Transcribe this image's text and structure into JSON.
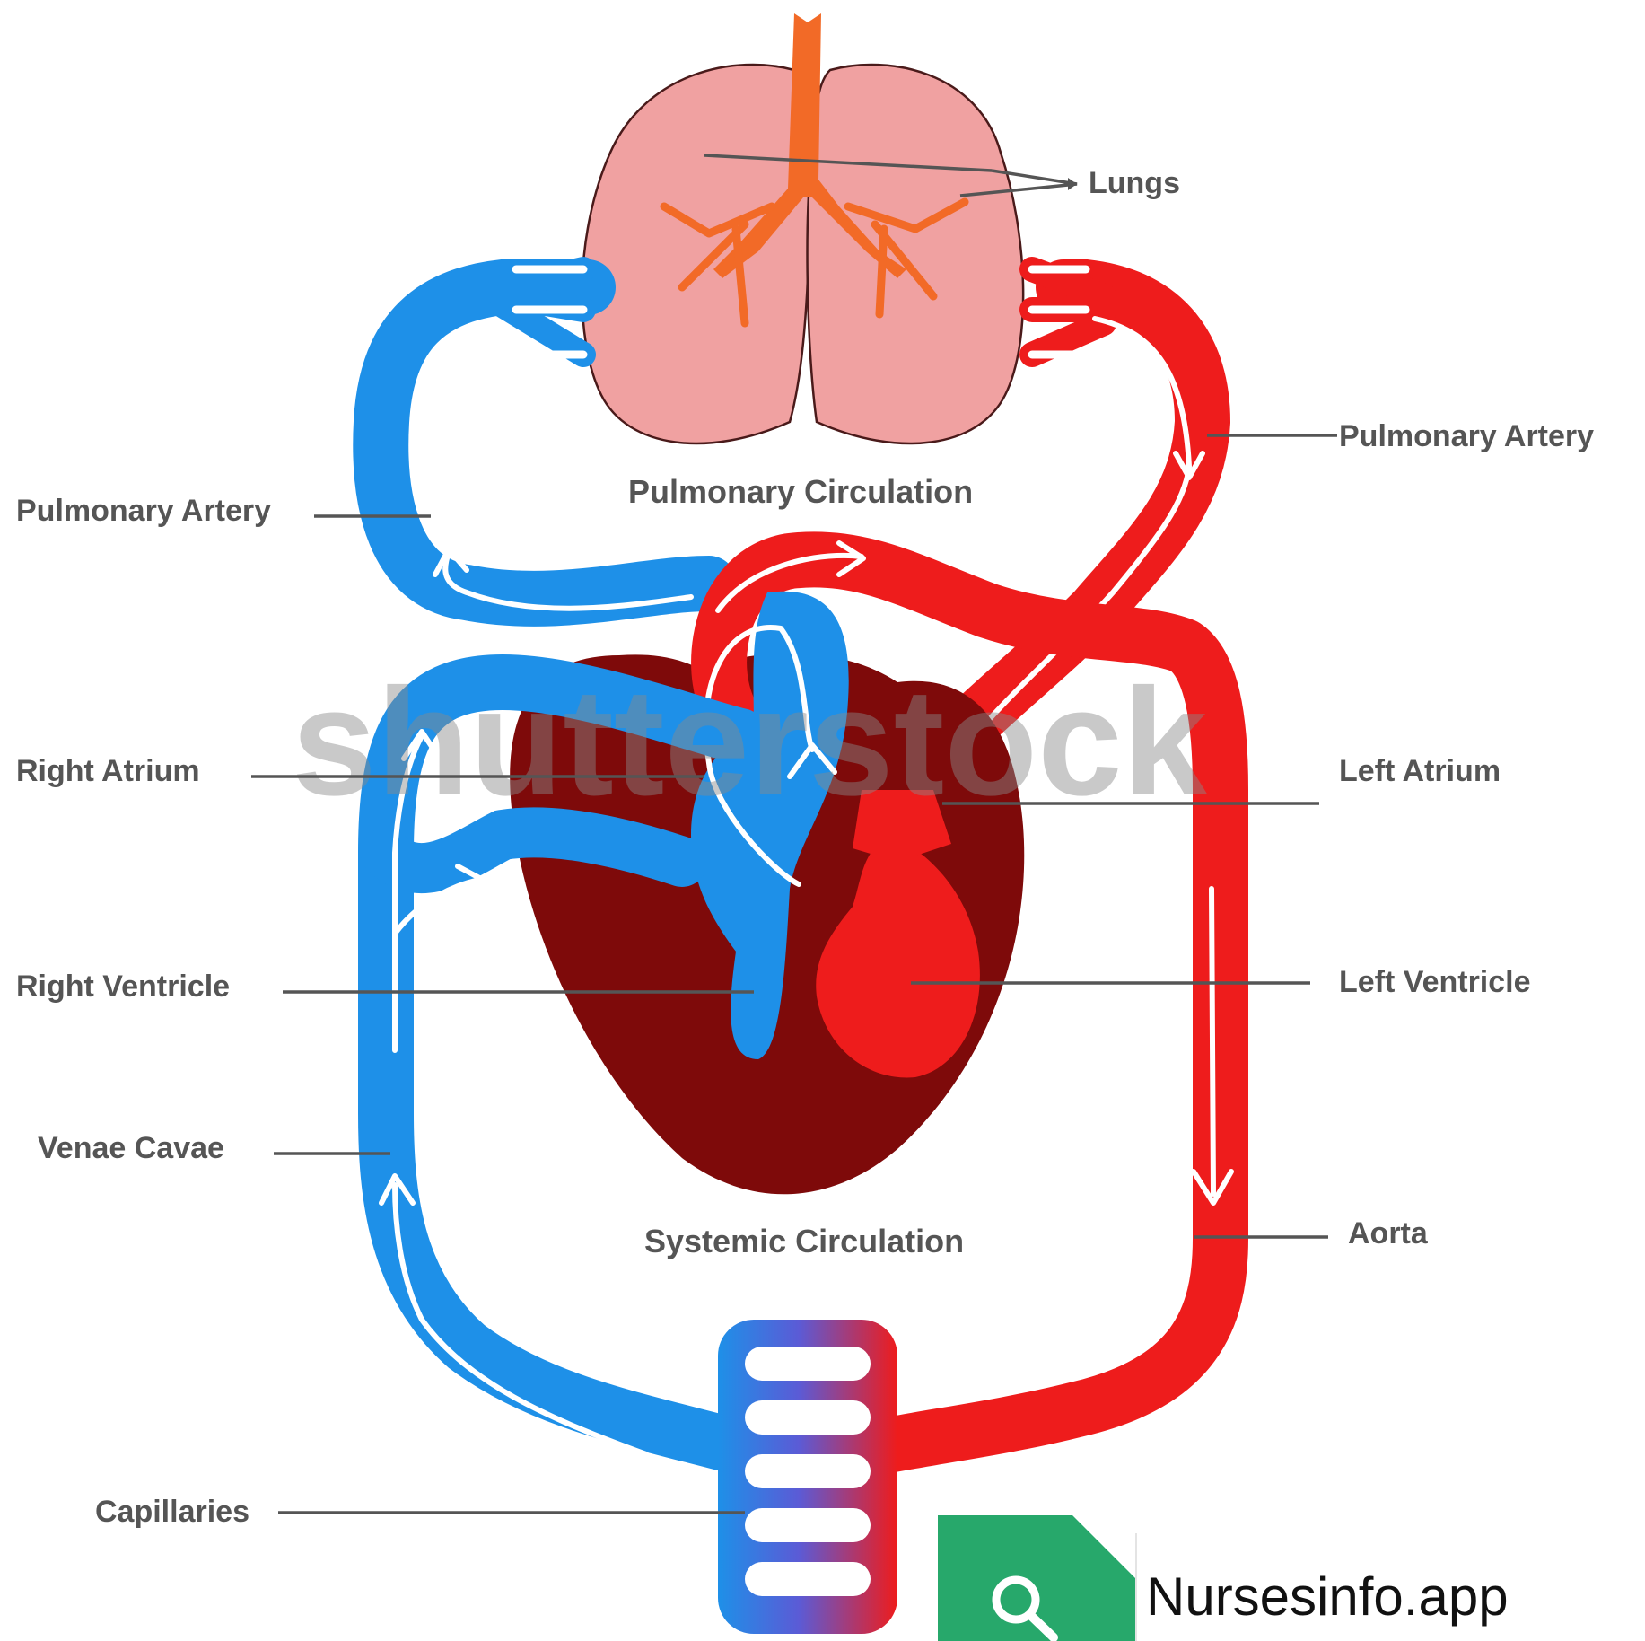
{
  "labels": {
    "lungs": "Lungs",
    "pulmonary_artery_right": "Pulmonary Artery",
    "pulmonary_artery_left": "Pulmonary Artery",
    "right_atrium": "Right Atrium",
    "left_atrium": "Left Atrium",
    "right_ventricle": "Right Ventricle",
    "left_ventricle": "Left Ventricle",
    "venae_cavae": "Venae Cavae",
    "aorta": "Aorta",
    "capillaries": "Capillaries"
  },
  "captions": {
    "pulmonary_circulation": "Pulmonary Circulation",
    "systemic_circulation": "Systemic Circulation"
  },
  "watermark": "shutterstock",
  "badge": {
    "text": "Nursesinfo.app",
    "icon": "search-icon"
  },
  "colors": {
    "deoxygenated": "#1e90e8",
    "oxygenated": "#ee1c1c",
    "heart": "#7e0a0a",
    "lung": "#f0a1a1",
    "airway": "#f26a27",
    "badge": "#27a86b"
  }
}
